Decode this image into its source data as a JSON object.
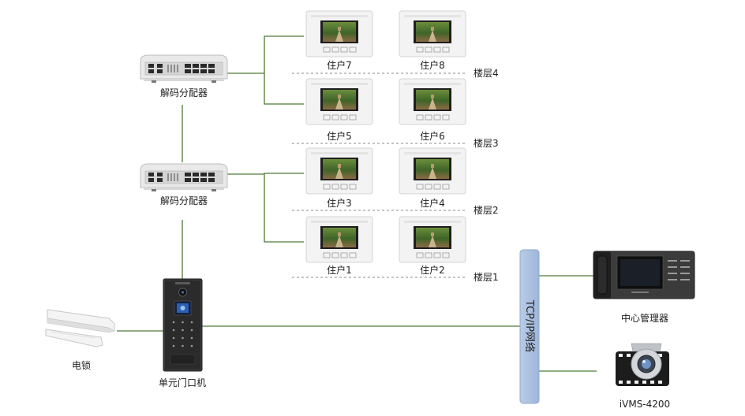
{
  "splitters": [
    {
      "label": "解码分配器"
    },
    {
      "label": "解码分配器"
    }
  ],
  "residents": [
    {
      "label": "住户7"
    },
    {
      "label": "住户8"
    },
    {
      "label": "住户5"
    },
    {
      "label": "住户6"
    },
    {
      "label": "住户3"
    },
    {
      "label": "住户4"
    },
    {
      "label": "住户1"
    },
    {
      "label": "住户2"
    }
  ],
  "floors": [
    {
      "label": "楼层4"
    },
    {
      "label": "楼层3"
    },
    {
      "label": "楼层2"
    },
    {
      "label": "楼层1"
    }
  ],
  "door_station": {
    "label": "单元门口机"
  },
  "lock": {
    "label": "电锁"
  },
  "network": {
    "label": "TCP/IP网络"
  },
  "center": {
    "label": "中心管理器"
  },
  "software": {
    "label": "iVMS-4200"
  },
  "colors": {
    "line": "#4e7a37",
    "network_bar": "#a8bedd",
    "panel": "#f1f1f1"
  }
}
